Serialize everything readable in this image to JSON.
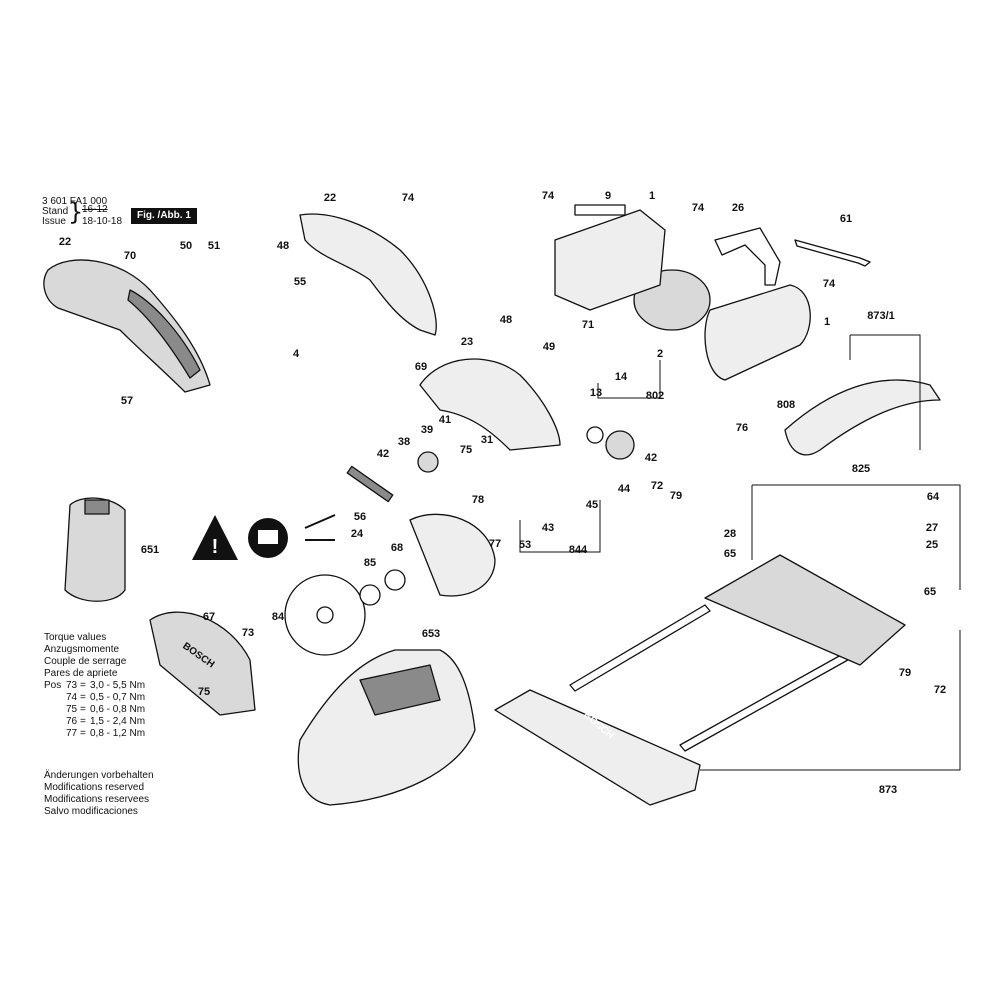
{
  "header": {
    "doc_number": "3 601 FA1 000",
    "stand_label": "Stand",
    "issue_label": "Issue",
    "old_date": "16-12",
    "new_date": "18-10-18",
    "figure_label": "Fig. /Abb. 1"
  },
  "torque": {
    "lines": [
      "Torque values",
      "Anzugsmomente",
      "Couple de serrage",
      "Pares de apriete"
    ],
    "pos_label": "Pos",
    "rows": [
      {
        "pos": "73",
        "value": "3,0 - 5,5 Nm"
      },
      {
        "pos": "74",
        "value": "0,5 - 0,7 Nm"
      },
      {
        "pos": "75",
        "value": "0,6 - 0,8 Nm"
      },
      {
        "pos": "76",
        "value": "1,5 - 2,4 Nm"
      },
      {
        "pos": "77",
        "value": "0,8 - 1,2 Nm"
      }
    ]
  },
  "notes": [
    "Änderungen vorbehalten",
    "Modifications reserved",
    "Modifications reservees",
    "Salvo modificaciones"
  ],
  "logos": [
    "BOSCH",
    "BOSCH"
  ],
  "part_labels": [
    {
      "name": "part-22-top",
      "text": "22"
    },
    {
      "name": "part-74-a",
      "text": "74"
    },
    {
      "name": "part-74-b",
      "text": "74"
    },
    {
      "name": "part-9",
      "text": "9"
    },
    {
      "name": "part-1-a",
      "text": "1"
    },
    {
      "name": "part-74-c",
      "text": "74"
    },
    {
      "name": "part-26",
      "text": "26"
    },
    {
      "name": "part-61",
      "text": "61"
    },
    {
      "name": "part-22-left",
      "text": "22"
    },
    {
      "name": "part-70",
      "text": "70"
    },
    {
      "name": "part-50",
      "text": "50"
    },
    {
      "name": "part-51",
      "text": "51"
    },
    {
      "name": "part-48-a",
      "text": "48"
    },
    {
      "name": "part-55",
      "text": "55"
    },
    {
      "name": "part-74-d",
      "text": "74"
    },
    {
      "name": "part-4",
      "text": "4"
    },
    {
      "name": "part-57",
      "text": "57"
    },
    {
      "name": "part-48-b",
      "text": "48"
    },
    {
      "name": "part-23",
      "text": "23"
    },
    {
      "name": "part-49",
      "text": "49"
    },
    {
      "name": "part-71",
      "text": "71"
    },
    {
      "name": "part-1-b",
      "text": "1"
    },
    {
      "name": "part-873-1",
      "text": "873/1"
    },
    {
      "name": "part-2",
      "text": "2"
    },
    {
      "name": "part-69",
      "text": "69"
    },
    {
      "name": "part-13",
      "text": "13"
    },
    {
      "name": "part-14",
      "text": "14"
    },
    {
      "name": "part-802",
      "text": "802"
    },
    {
      "name": "part-808",
      "text": "808"
    },
    {
      "name": "part-41",
      "text": "41"
    },
    {
      "name": "part-39",
      "text": "39"
    },
    {
      "name": "part-38",
      "text": "38"
    },
    {
      "name": "part-31",
      "text": "31"
    },
    {
      "name": "part-42-a",
      "text": "42"
    },
    {
      "name": "part-75-a",
      "text": "75"
    },
    {
      "name": "part-76",
      "text": "76"
    },
    {
      "name": "part-42-b",
      "text": "42"
    },
    {
      "name": "part-825",
      "text": "825"
    },
    {
      "name": "part-72-a",
      "text": "72"
    },
    {
      "name": "part-79-a",
      "text": "79"
    },
    {
      "name": "part-44",
      "text": "44"
    },
    {
      "name": "part-64",
      "text": "64"
    },
    {
      "name": "part-78",
      "text": "78"
    },
    {
      "name": "part-45",
      "text": "45"
    },
    {
      "name": "part-56",
      "text": "56"
    },
    {
      "name": "part-43",
      "text": "43"
    },
    {
      "name": "part-28",
      "text": "28"
    },
    {
      "name": "part-27",
      "text": "27"
    },
    {
      "name": "part-651",
      "text": "651"
    },
    {
      "name": "part-24",
      "text": "24"
    },
    {
      "name": "part-77",
      "text": "77"
    },
    {
      "name": "part-53",
      "text": "53"
    },
    {
      "name": "part-844",
      "text": "844"
    },
    {
      "name": "part-65-a",
      "text": "65"
    },
    {
      "name": "part-25",
      "text": "25"
    },
    {
      "name": "part-68",
      "text": "68"
    },
    {
      "name": "part-85",
      "text": "85"
    },
    {
      "name": "part-65-b",
      "text": "65"
    },
    {
      "name": "part-67",
      "text": "67"
    },
    {
      "name": "part-84",
      "text": "84"
    },
    {
      "name": "part-653",
      "text": "653"
    },
    {
      "name": "part-73",
      "text": "73"
    },
    {
      "name": "part-79-b",
      "text": "79"
    },
    {
      "name": "part-72-b",
      "text": "72"
    },
    {
      "name": "part-75-b",
      "text": "75"
    },
    {
      "name": "part-873",
      "text": "873"
    }
  ],
  "colors": {
    "ink": "#111111",
    "shade": "#8a8a8a",
    "light": "#d9d9d9",
    "paper": "#ffffff"
  }
}
